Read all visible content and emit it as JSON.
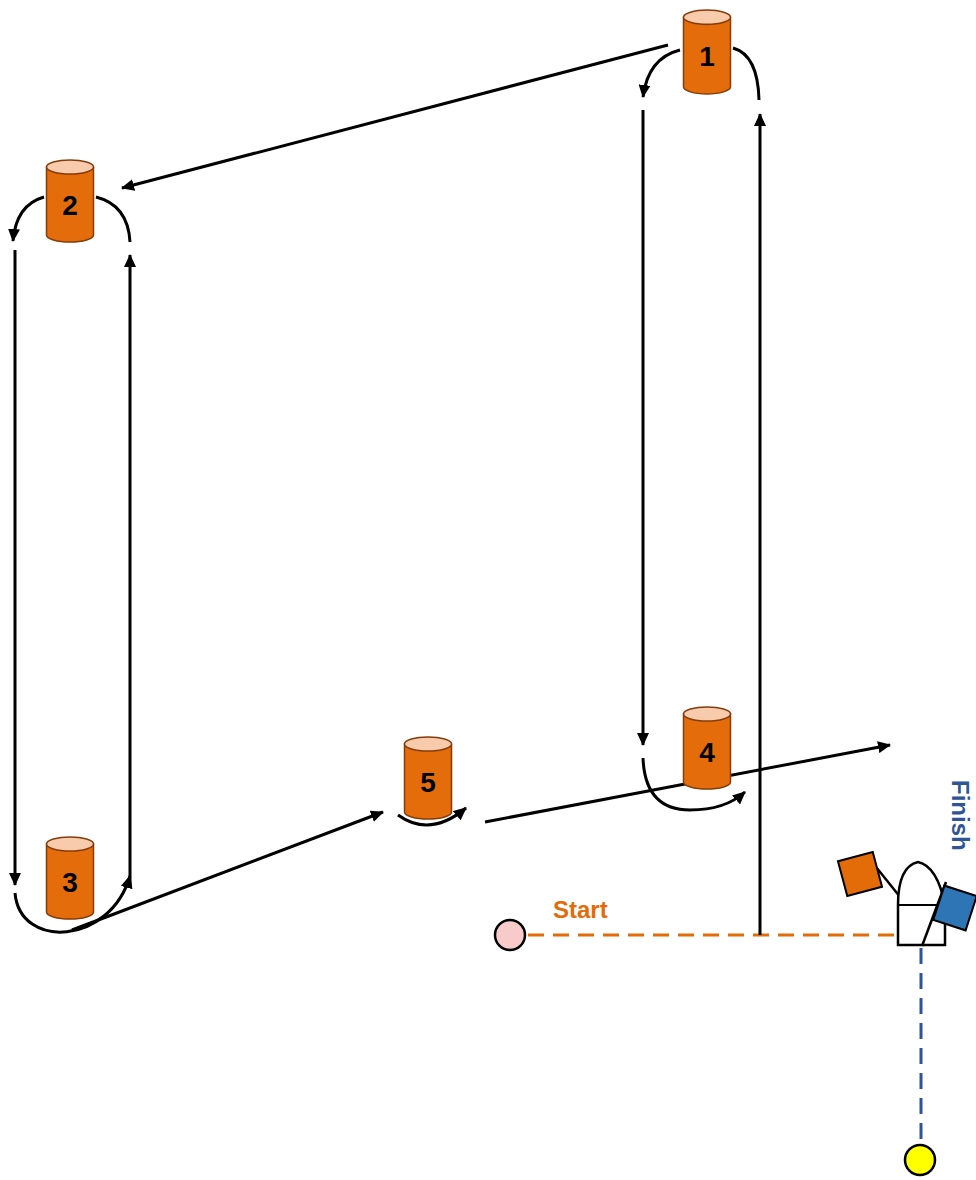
{
  "diagram": {
    "nodes": [
      {
        "text": [
          "1"
        ]
      },
      {
        "text": [
          "2"
        ]
      },
      {
        "text": [
          "3"
        ]
      },
      {
        "text": [
          "4"
        ]
      },
      {
        "text": [
          "5"
        ]
      }
    ],
    "edges": [
      {
        "from": 0,
        "to": 1,
        "arrow": "to"
      },
      {
        "from": 0,
        "to": 3,
        "arrow": "to"
      },
      {
        "from": 1,
        "to": 2,
        "arrow": "to"
      },
      {
        "from": 2,
        "to": 1,
        "arrow": "to"
      },
      {
        "from": 2,
        "to": 4,
        "arrow": "to"
      }
    ],
    "labels": [
      "Start",
      "Finish"
    ]
  }
}
